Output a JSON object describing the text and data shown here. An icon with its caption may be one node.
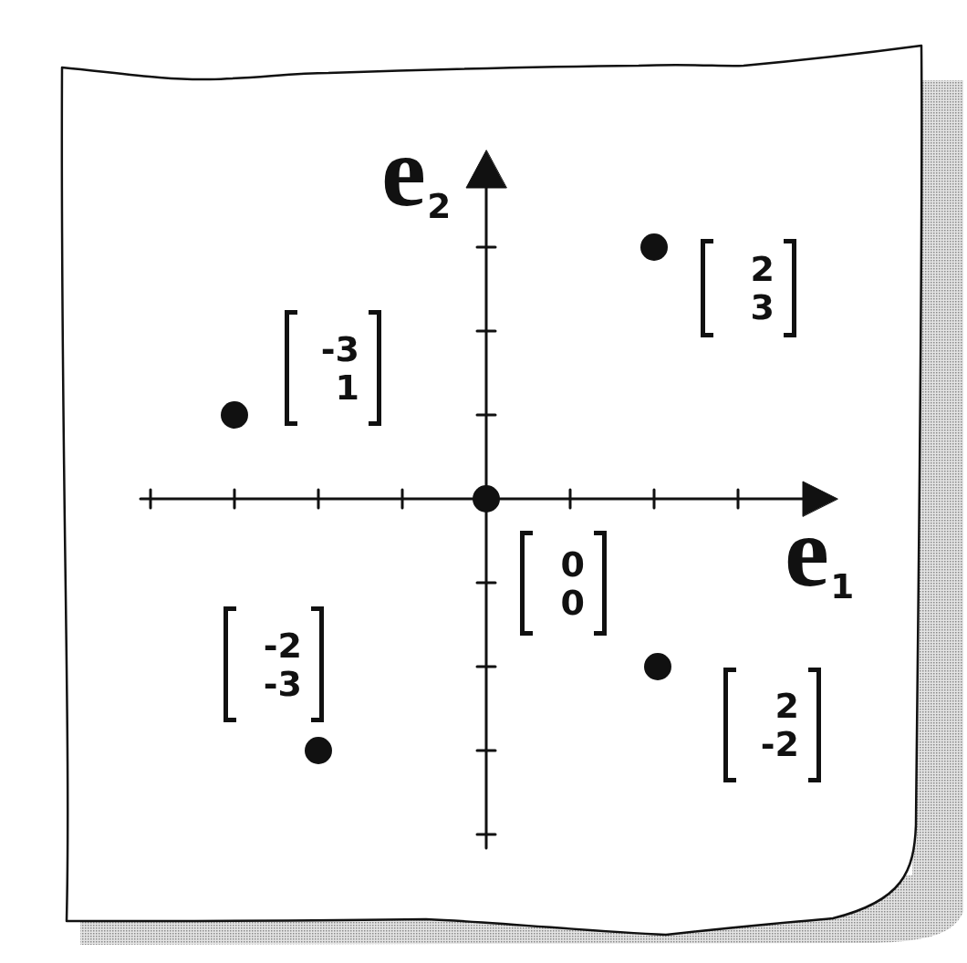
{
  "diagram": {
    "labels": [
      "e$_{2}$",
      "2 3",
      "-3 1",
      "0 0",
      "e$_{1}$",
      "-2 -3",
      "2 -2"
    ]
  }
}
